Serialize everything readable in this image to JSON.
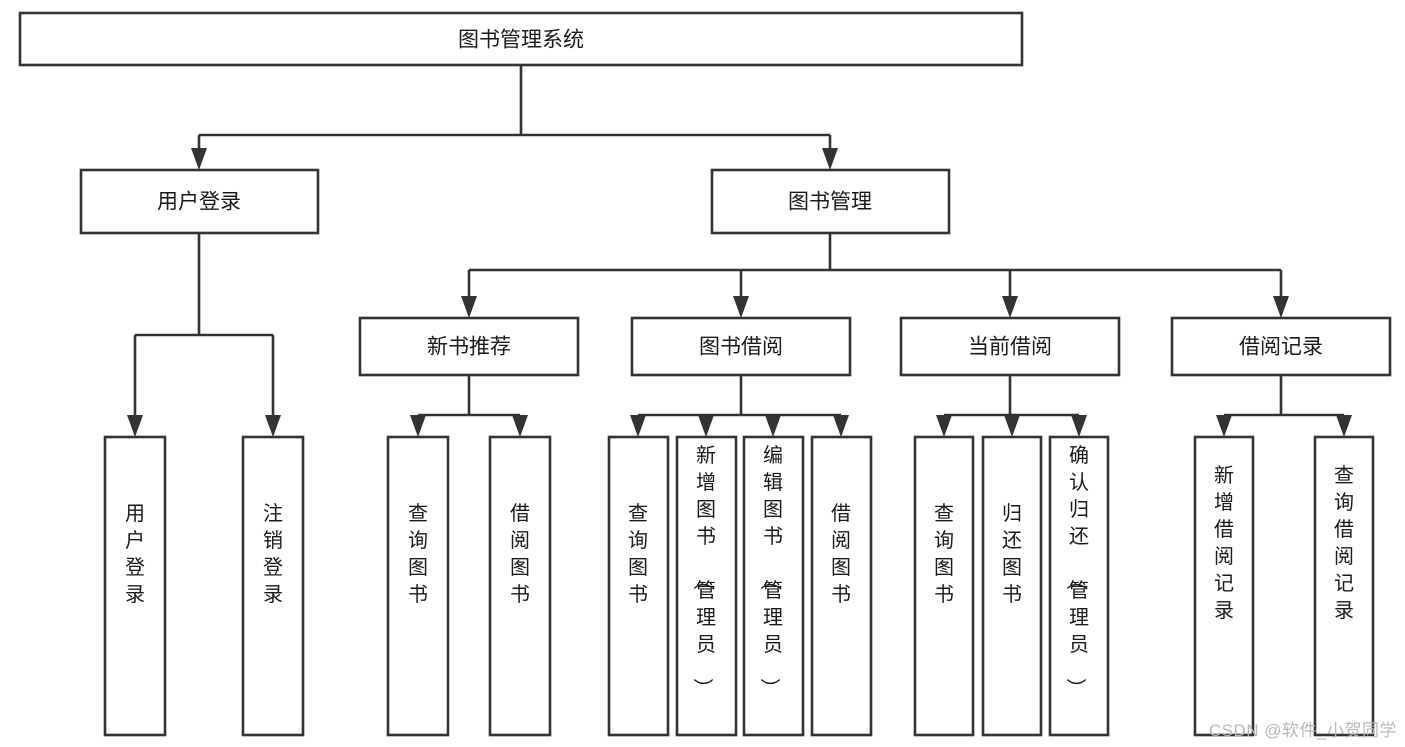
{
  "diagram": {
    "type": "tree-hierarchy-chart",
    "title": "图书管理系统",
    "root": {
      "label": "图书管理系统",
      "orientation": "horizontal"
    },
    "level2": [
      {
        "label": "用户登录",
        "orientation": "horizontal"
      },
      {
        "label": "图书管理",
        "orientation": "horizontal"
      }
    ],
    "level3": [
      {
        "label": "新书推荐",
        "orientation": "horizontal"
      },
      {
        "label": "图书借阅",
        "orientation": "horizontal"
      },
      {
        "label": "当前借阅",
        "orientation": "horizontal"
      },
      {
        "label": "借阅记录",
        "orientation": "horizontal"
      }
    ],
    "leaves": {
      "user_login": [
        {
          "label": "用户登录",
          "orientation": "vertical"
        },
        {
          "label": "注销登录",
          "orientation": "vertical"
        }
      ],
      "new_book_recommend": [
        {
          "label": "查询图书",
          "orientation": "vertical"
        },
        {
          "label": "借阅图书",
          "orientation": "vertical"
        }
      ],
      "book_borrow": [
        {
          "label": "查询图书",
          "orientation": "vertical"
        },
        {
          "label": "新增图书（管理员）",
          "orientation": "vertical"
        },
        {
          "label": "编辑图书（管理员）",
          "orientation": "vertical"
        },
        {
          "label": "借阅图书",
          "orientation": "vertical"
        }
      ],
      "current_borrow": [
        {
          "label": "查询图书",
          "orientation": "vertical"
        },
        {
          "label": "归还图书",
          "orientation": "vertical"
        },
        {
          "label": "确认归还（管理员）",
          "orientation": "vertical"
        }
      ],
      "borrow_record": [
        {
          "label": "新增借阅记录",
          "orientation": "vertical"
        },
        {
          "label": "查询借阅记录",
          "orientation": "vertical"
        }
      ]
    },
    "colors": {
      "box_fill": "#ffffff",
      "box_stroke": "#333333",
      "text": "#1a1a1a",
      "background": "#ffffff",
      "watermark": "#b9b9b9"
    }
  },
  "watermark": {
    "text": "CSDN @软件_小贺同学"
  }
}
